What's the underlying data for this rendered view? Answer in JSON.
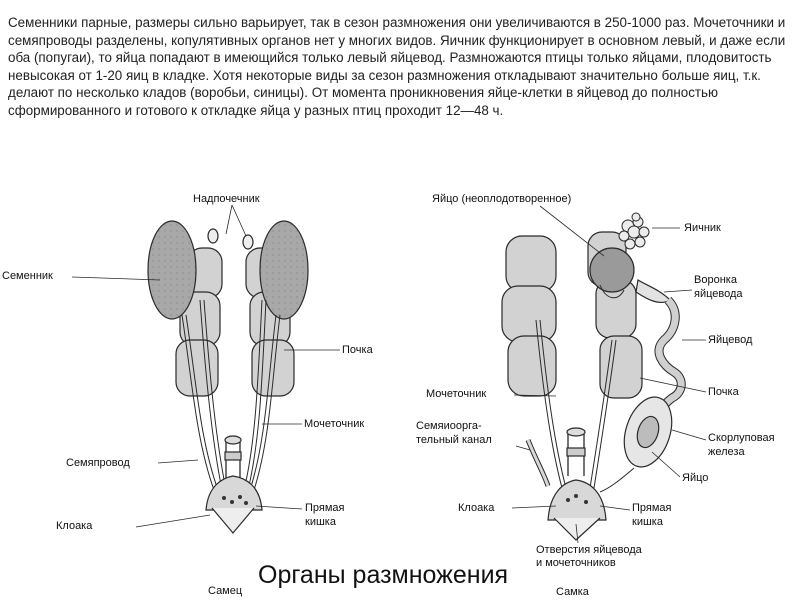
{
  "intro_text": "Семенники парные, размеры сильно варьирует, так в сезон размножения они увеличиваются в 250-1000 раз. Мочеточники и семяпроводы разделены, копулятивных органов нет у многих видов. Яичник функционирует в основном левый, и даже если оба (попугаи), то яйца попадают в имеющийся только левый яйцевод. Размножаются птицы только яйцами, плодовитость невысокая от 1-20 яиц в кладке. Хотя некоторые виды за сезон размножения откладывают значительно больше яиц, т.к. делают по несколько кладов (воробьи, синицы). От момента проникновения яйце-клетки в яйцевод до полностью сформированного и готового к откладке яйца у разных птиц проходит 12—48 ч.",
  "title": "Органы размножения",
  "male": {
    "caption": "Самец",
    "labels": {
      "adrenal": "Надпочечник",
      "testis": "Семенник",
      "kidney": "Почка",
      "ureter": "Мочеточник",
      "vas_deferens": "Семяпровод",
      "cloaca": "Клоака",
      "rectum_1": "Прямая",
      "rectum_2": "кишка"
    }
  },
  "female": {
    "caption": "Самка",
    "labels": {
      "egg_unfertilized": "Яйцо (неоплодотворенное)",
      "ovary": "Яичник",
      "infundibulum_1": "Воронка",
      "infundibulum_2": "яйцевода",
      "oviduct": "Яйцевод",
      "kidney": "Почка",
      "ureter": "Мочеточник",
      "urogenital_1": "Семяиоорга-",
      "urogenital_2": "тельный канал",
      "shell_gland_1": "Скорлуповая",
      "shell_gland_2": "железа",
      "egg": "Яйцо",
      "cloaca": "Клоака",
      "rectum_1": "Прямая",
      "rectum_2": "кишка",
      "openings_1": "Отверстия яйцевода",
      "openings_2": "и мочеточников"
    }
  },
  "colors": {
    "organ_fill": "#d0d0d0",
    "testis_fill": "#a8a8a8",
    "line": "#2a2a2a"
  }
}
